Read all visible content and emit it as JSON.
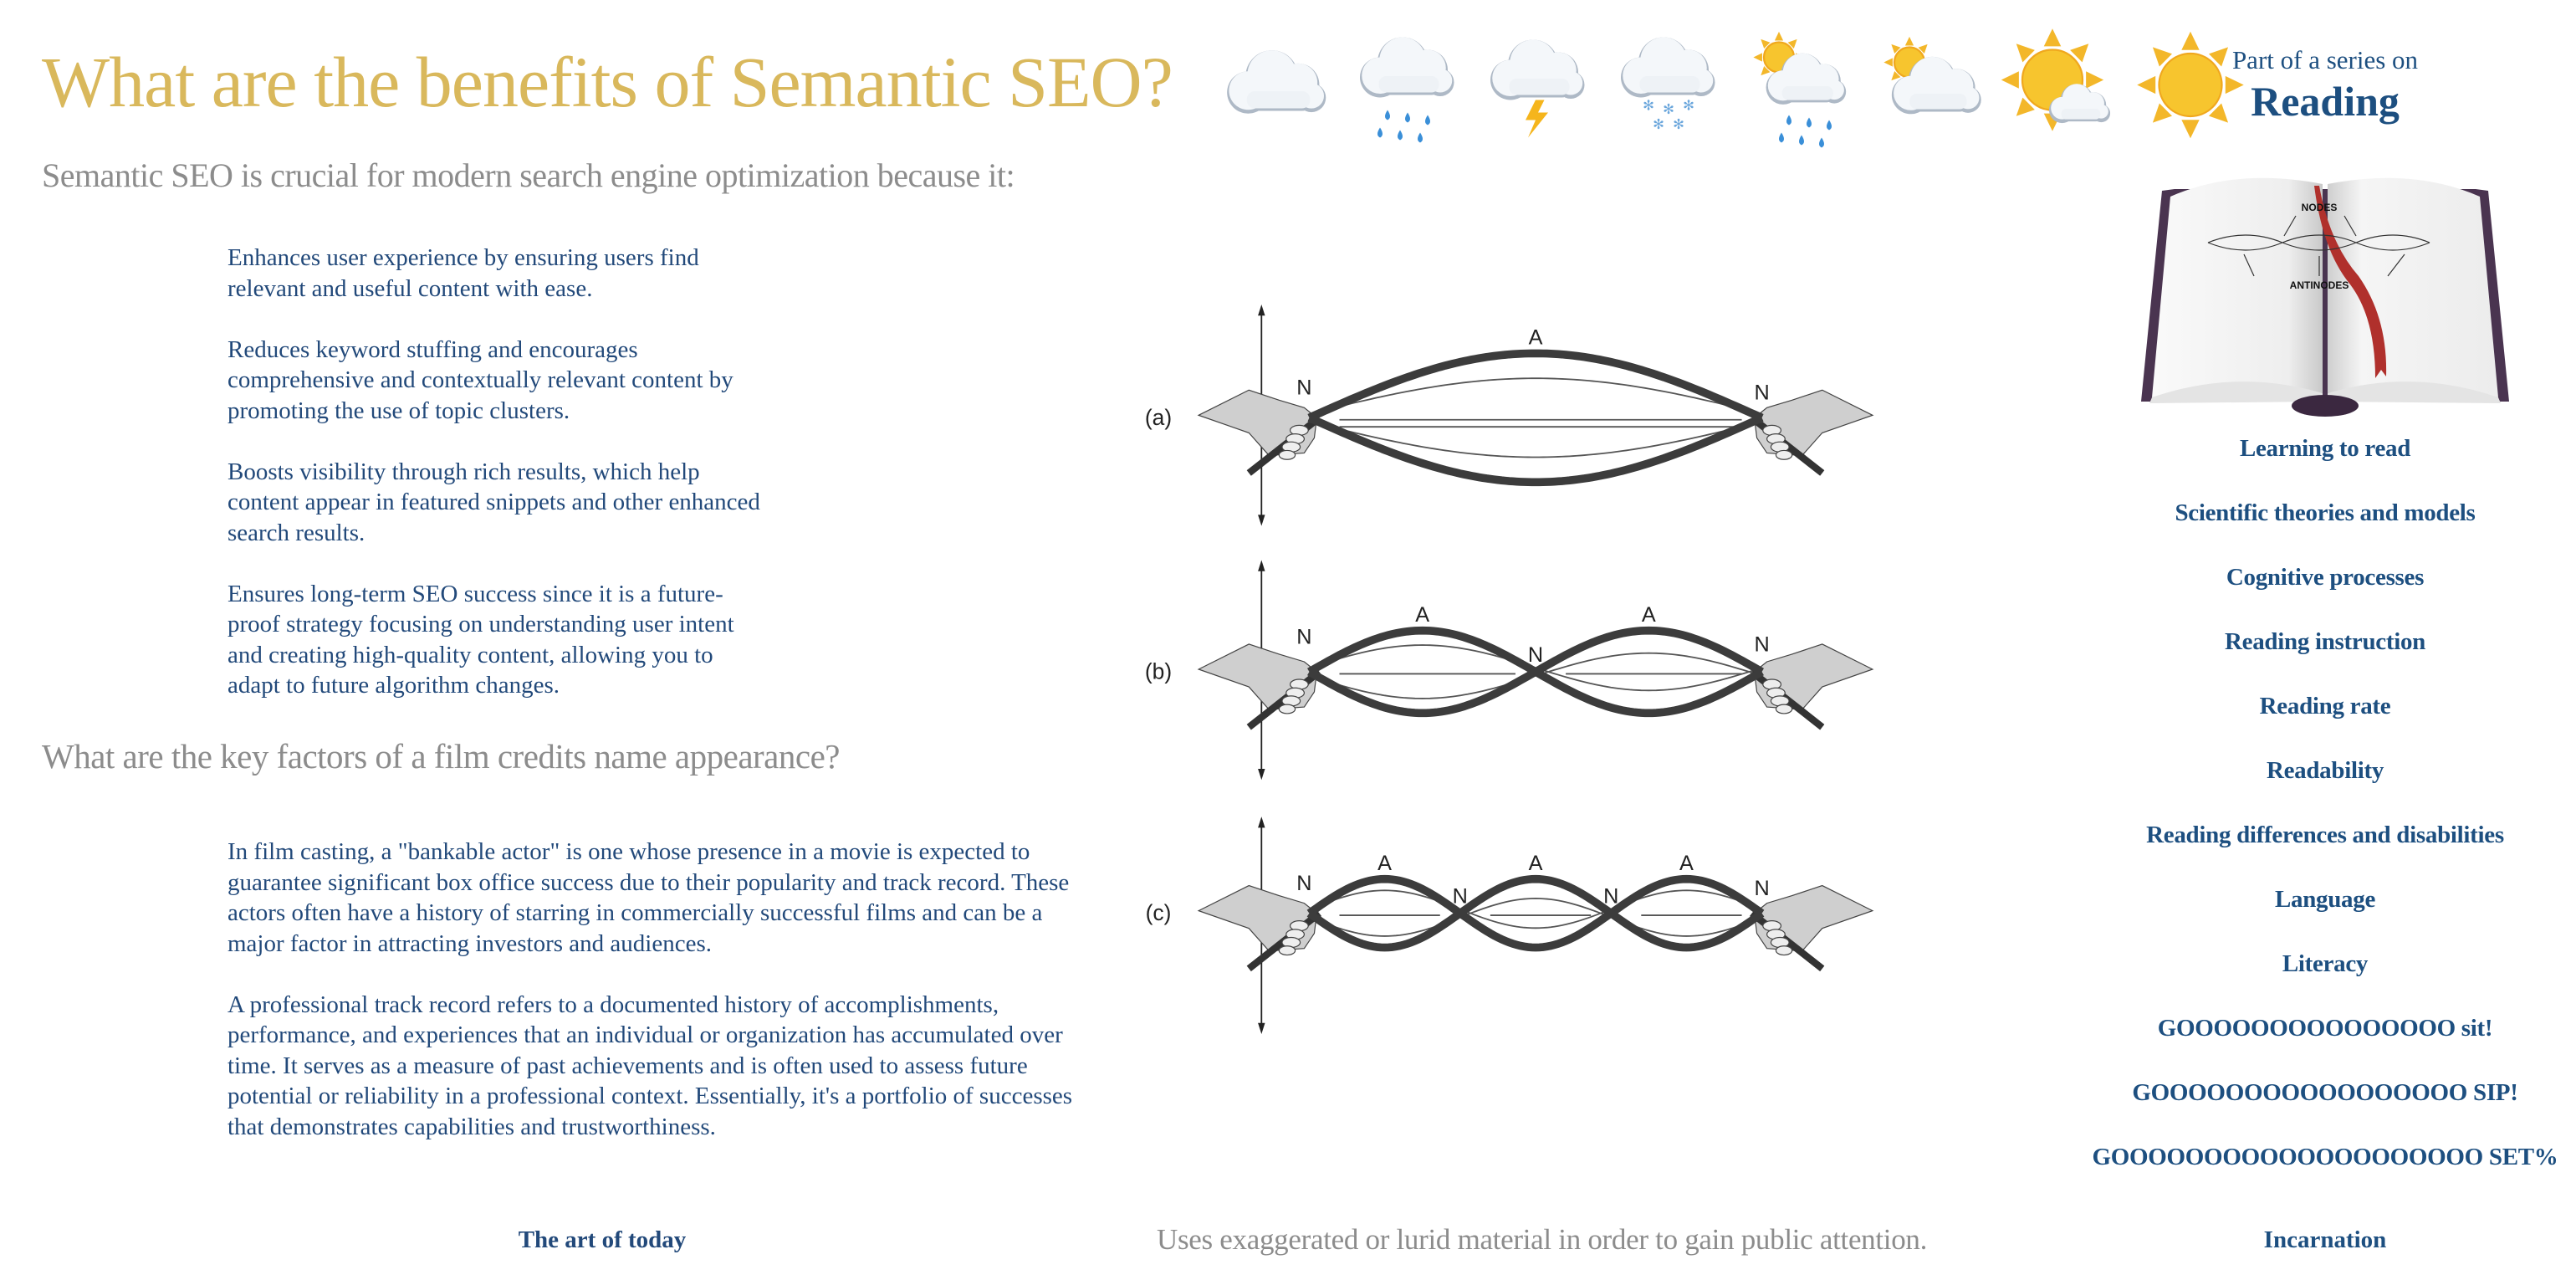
{
  "title": "What are the benefits of Semantic SEO?",
  "subtitle": "Semantic SEO is crucial for modern search engine optimization because it:",
  "benefits": [
    "Enhances user experience by ensuring users find relevant and useful content with ease.",
    "Reduces keyword stuffing and encourages comprehensive and contextually relevant content by promoting the use of topic clusters.",
    "Boosts visibility through rich results, which help content appear in featured snippets and other enhanced search results.",
    "Ensures long-term SEO success since it is a future-proof strategy focusing on understanding user intent and creating high-quality content, allowing you to adapt to future algorithm changes."
  ],
  "heading2": "What are the key factors of a film credits name appearance?",
  "factors": [
    "In film casting, a \"bankable actor\" is one whose presence in a movie is expected to guarantee significant box office success due to their popularity and track record. These actors often have a history of starring in commercially successful films and can be a major factor in attracting investors and audiences.",
    "A professional track record refers to a documented history of accomplishments, performance, and experiences that an individual or organization has accumulated over time. It serves as a measure of past achievements and is often used to assess future potential or reliability in a professional context. Essentially, it's a portfolio of successes that demonstrates capabilities and trustworthiness."
  ],
  "footer_left": "The art of today",
  "footer_center": "Uses exaggerated or lurid material in order to gain public attention.",
  "weather_icons": [
    "cloud-icon",
    "cloud-rain-icon",
    "cloud-lightning-icon",
    "cloud-snow-icon",
    "sun-behind-rain-cloud-icon",
    "sun-behind-large-cloud-icon",
    "sun-behind-small-cloud-icon",
    "sun-icon"
  ],
  "sidebar": {
    "series_label": "Part of a series on",
    "series_title": "Reading",
    "book_labels": {
      "top": "NODES",
      "bottom": "ANTINODES"
    },
    "items": [
      "Learning to read",
      "Scientific theories and models",
      "Cognitive processes",
      "Reading instruction",
      "Reading rate",
      "Readability",
      "Reading differences and disabilities",
      "Language",
      "Literacy",
      "GOOOOOOOOOOOOOOO sit!",
      "GOOOOOOOOOOOOOOOOO SIP!",
      "GOOOOOOOOOOOOOOOOOOOO SET%"
    ],
    "last_item": "Incarnation"
  },
  "diagram": {
    "panels": [
      {
        "label": "(a)",
        "harmonic": 1,
        "node_label": "N",
        "antinode_label": "A"
      },
      {
        "label": "(b)",
        "harmonic": 2,
        "node_label": "N",
        "antinode_label": "A"
      },
      {
        "label": "(c)",
        "harmonic": 3,
        "node_label": "N",
        "antinode_label": "A"
      }
    ]
  },
  "colors": {
    "gold": "#d9b85c",
    "navy": "#1d4f80",
    "body": "#22497a",
    "gray": "#8c8c8c"
  }
}
